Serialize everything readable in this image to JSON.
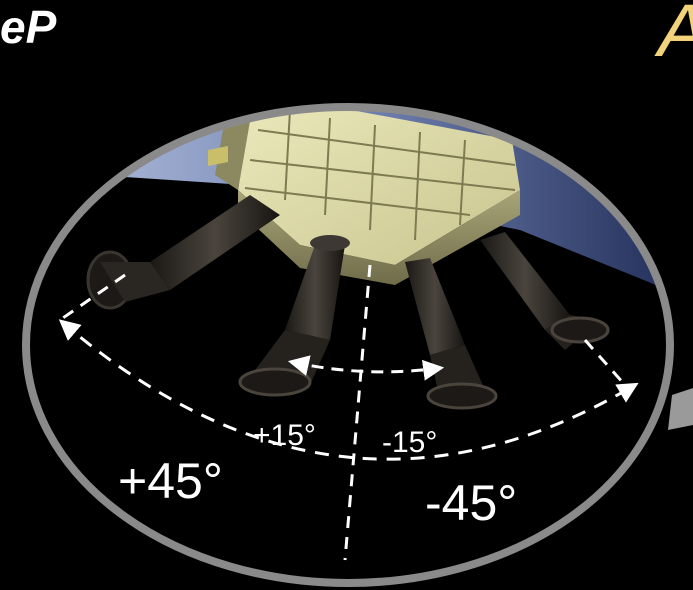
{
  "header": {
    "left_fragment": "eP",
    "right_fragment": "A"
  },
  "diagram": {
    "angle_labels": {
      "plus_15": "+15°",
      "minus_15": "-15°",
      "plus_45": "+45°",
      "minus_45": "-45°"
    },
    "icons": {
      "thruster_pod": "thruster-pod-icon",
      "thruster_nozzle": "thruster-nozzle-icon",
      "angle_arrow": "dashed-arc-arrow-icon"
    }
  },
  "colors": {
    "background": "#000000",
    "hull_light": "#a8b8d8",
    "hull_dark": "#24305a",
    "pod_body": "#d9d6a4",
    "pod_shadow": "#7f7c55",
    "nozzle": "#2b2723",
    "rim": "#8a8a8a",
    "accent_text": "#f2d27a",
    "label_text": "#ffffff"
  }
}
